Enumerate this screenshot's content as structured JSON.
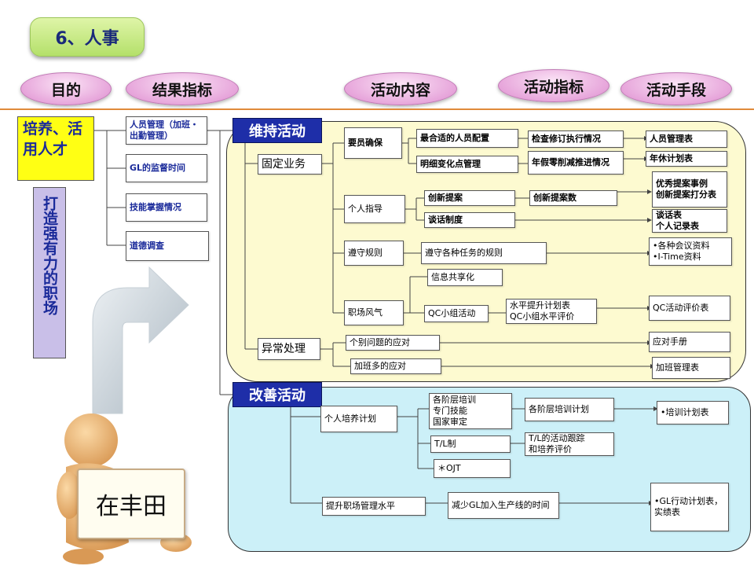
{
  "title": "6、人事",
  "headers": [
    "目的",
    "结果指标",
    "活动内容",
    "活动指标",
    "活动手段"
  ],
  "goal": "培养、活用人才",
  "goal_vertical": "打造强有力的职场",
  "result_indicators": [
    "人员管理（加班・出勤管理）",
    "GL的监督时间",
    "技能掌握情况",
    "道德调查"
  ],
  "sections": {
    "maintain": "维持活动",
    "improve": "改善活动"
  },
  "maintain": {
    "fixed": "固定业务",
    "abnormal": "异常处理",
    "sub": [
      "要员确保",
      "个人指导",
      "遵守规则",
      "职场风气"
    ],
    "items": {
      "optimal_staffing": "最合适的人员配置",
      "change_points": "明细变化点管理",
      "innovation_proposal": "创新提案",
      "talk_system": "谈话制度",
      "rules_task": "遵守各种任务的规则",
      "info_share": "信息共享化",
      "qc_activity": "QC小组活动",
      "individual_issue": "个别问题的应对",
      "overtime_response": "加班多的应对"
    },
    "indicators": {
      "check_revise": "检查修订执行情况",
      "leave_reduce": "年假零削减推进情况",
      "proposal_count": "创新提案数",
      "qc_plan": "水平提升计划表\nQC小组水平评价"
    },
    "means": {
      "staff_table": "人员管理表",
      "leave_plan": "年休计划表",
      "proposal_examples": "优秀提案事例\n创新提案打分表",
      "talk_record": "谈话表\n个人记录表",
      "meeting_docs": "•各种会议资料\n•I-Time资料",
      "qc_eval": "QC活动评价表",
      "manual": "应对手册",
      "overtime_table": "加班管理表"
    }
  },
  "improve": {
    "personal_plan": "个人培养计划",
    "workplace_level": "提升职场管理水平",
    "training_items": "各阶层培训\n专门技能\n国家审定",
    "tl": "T/L制",
    "ojt": "＊OJT",
    "reduce_gl": "减少GL加入生产线的时间",
    "indicators": {
      "level_training": "各阶层培训计划",
      "tl_tracking": "T/L的活动跟踪\n和培养评价"
    },
    "means": {
      "training_plan": "•培训计划表",
      "gl_plan": "•GL行动计划表，实绩表"
    }
  },
  "sign_text": "在丰田",
  "colors": {
    "title_green": "#b4e06a",
    "header_pink": "#e7a6db",
    "section_blue": "#1e2ea8",
    "yellow_panel": "#fdfad0",
    "cyan_panel": "#ccf0f8",
    "goal_yellow": "#ffff14",
    "vertical_purple": "#c9bfe8"
  },
  "icons": [
    "curved-arrow-icon",
    "figure-holding-sign-icon"
  ]
}
